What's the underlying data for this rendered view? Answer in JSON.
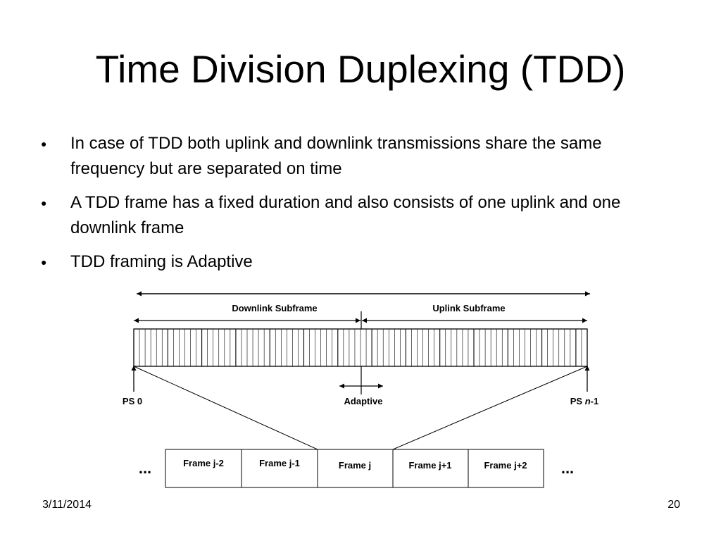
{
  "slide": {
    "title": "Time Division Duplexing (TDD)",
    "bullets": [
      "In case of TDD both uplink and downlink transmissions share the same frequency but are separated on time",
      "A TDD frame has a fixed duration and also consists of one uplink and one downlink frame",
      "TDD framing is Adaptive"
    ],
    "bullet_symbol": "●"
  },
  "diagram": {
    "downlink_label": "Downlink Subframe",
    "uplink_label": "Uplink Subframe",
    "ps_start_label": "PS 0",
    "ps_end_prefix": "PS ",
    "ps_end_n": "n",
    "ps_end_suffix": "-1",
    "adaptive_label": "Adaptive",
    "ellipsis": "...",
    "frames": [
      "Frame j-2",
      "Frame j-1",
      "Frame j",
      "Frame j+1",
      "Frame j+2"
    ]
  },
  "footer": {
    "date": "3/11/2014",
    "page": "20"
  }
}
